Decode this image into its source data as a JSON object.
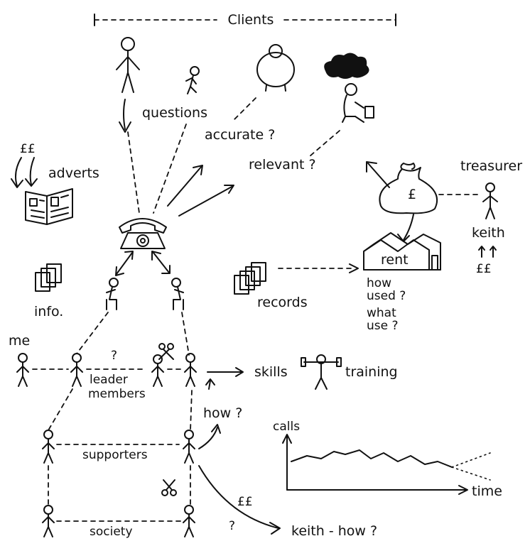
{
  "labels": {
    "clients": "Clients",
    "questions": "questions",
    "accurate": "accurate ?",
    "relevant": "relevant ?",
    "adverts": "adverts",
    "pound_pound_adverts": "££",
    "treasurer": "treasurer",
    "keith": "keith",
    "pound_pound_keith": "££",
    "rent": "rent",
    "records": "records",
    "how_used": "how used ?",
    "what_use": "what use ?",
    "info": "info.",
    "me": "me",
    "question_mark_leader": "?",
    "leader": "leader",
    "members": "members",
    "skills": "skills",
    "training": "training",
    "how": "how ?",
    "calls": "calls",
    "supporters": "supporters",
    "time": "time",
    "pound_pound_bottom": "££",
    "question_mark_bottom": "?",
    "keith_how": "keith - how ?",
    "society": "society",
    "pound_sign": "£"
  },
  "icons": [
    "client-person-icon",
    "small-person-icon",
    "large-person-icon",
    "worried-person-icon",
    "newspaper-icon",
    "telephone-icon",
    "money-bag-icon",
    "house-icon",
    "documents-icon",
    "scissors-icon",
    "weights-person-icon"
  ]
}
